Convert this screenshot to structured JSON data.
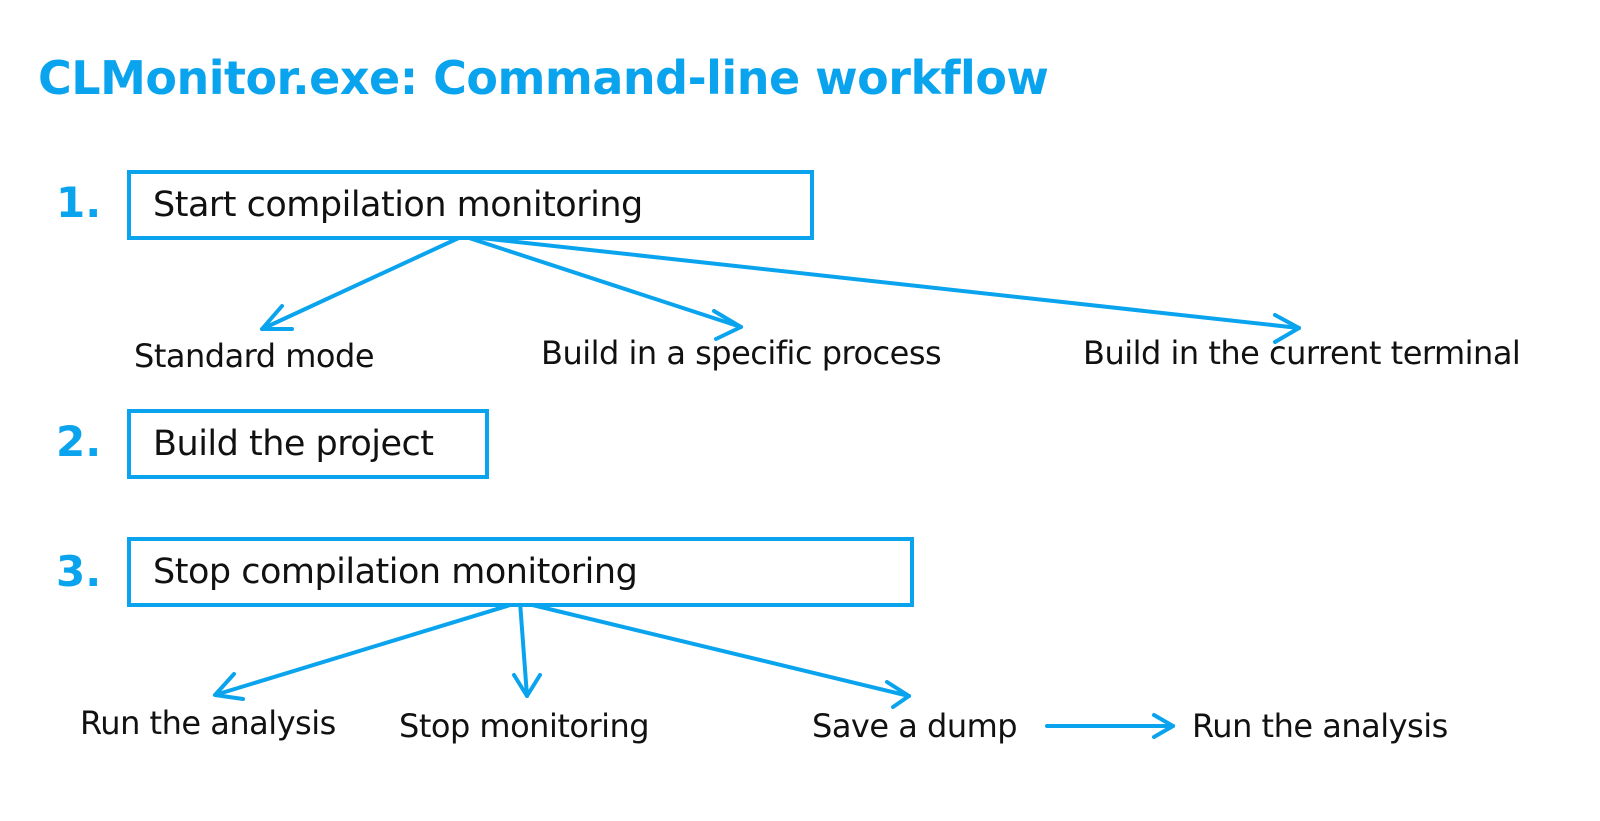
{
  "title": "CLMonitor.exe: Command-line workflow",
  "steps": [
    {
      "number": "1.",
      "label": "Start compilation monitoring"
    },
    {
      "number": "2.",
      "label": "Build the project"
    },
    {
      "number": "3.",
      "label": "Stop compilation monitoring"
    }
  ],
  "start_options": [
    "Standard mode",
    "Build in a specific process",
    "Build in the current terminal"
  ],
  "stop_options": [
    "Run the analysis",
    "Stop monitoring",
    "Save a dump"
  ],
  "dump_followup": "Run the analysis",
  "colors": {
    "accent": "#0aa4ee",
    "text": "#111111",
    "background": "#ffffff"
  }
}
